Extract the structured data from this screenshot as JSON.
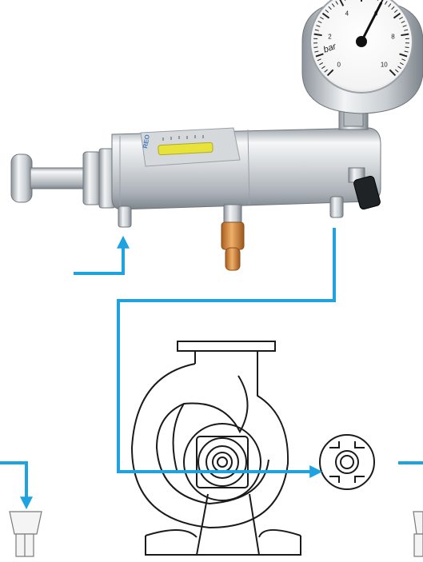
{
  "gauge": {
    "unit": "bar",
    "dial_numbers": [
      "0",
      "2",
      "4",
      "6",
      "8",
      "10"
    ],
    "needle_reading": 0.6
  },
  "device": {
    "brand": "REO",
    "sight_window_color": "#e8e33a"
  },
  "colors": {
    "flow_line": "#1fa2e0",
    "steel_light": "#e9ecef",
    "steel_dark": "#8d949b",
    "brass": "#d98a3c",
    "outline": "#1a1a1a"
  }
}
